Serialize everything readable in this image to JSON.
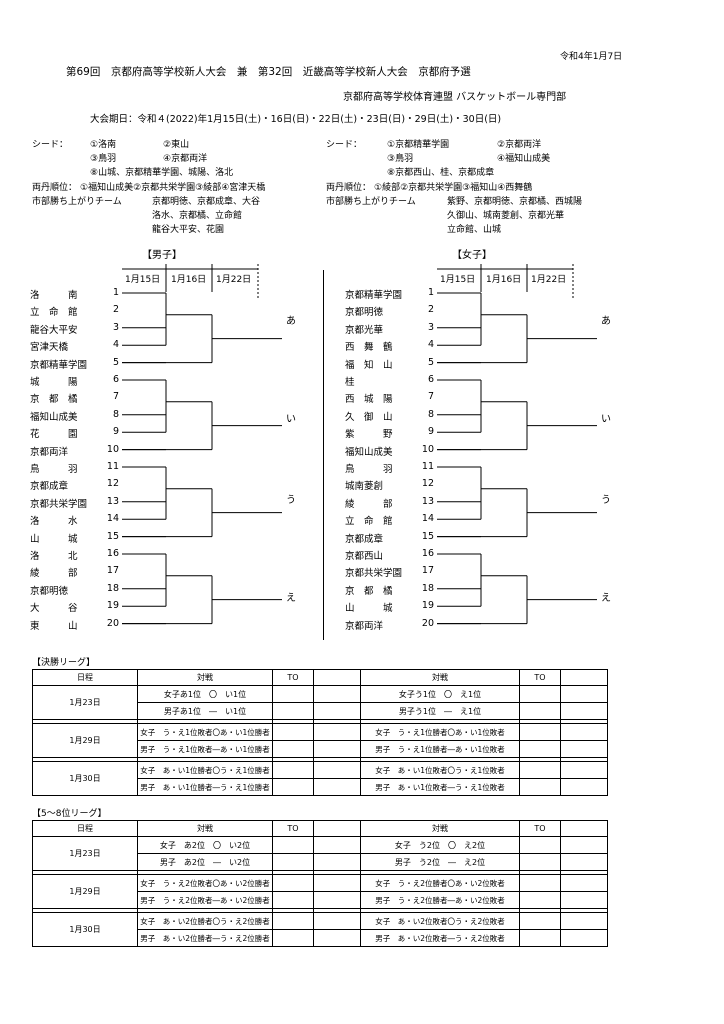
{
  "header": {
    "date": "令和4年1月7日",
    "title": "第69回　京都府高等学校新人大会　兼　第32回　近畿高等学校新人大会　京都府予選",
    "org": "京都府高等学校体育連盟 バスケットボール専門部",
    "period": "大会期日：令和４(2022)年1月15日(土)・16日(日)・22日(土)・23日(日)・29日(土)・30日(日)"
  },
  "info_men": {
    "seed_label": "シード：",
    "seed_l1a": "①洛南",
    "seed_l1b": "②東山",
    "seed_l2a": "③鳥羽",
    "seed_l2b": "④京都両洋",
    "seed_l3": "⑧山城、京都精華学園、城陽、洛北",
    "ryotan_label": "両丹順位：",
    "ryotan": "①福知山成美②京都共栄学園③綾部④宮津天橋",
    "city_label": "市部勝ち上がりチーム",
    "city_l1": "京都明徳、京都成章、大谷",
    "city_l2": "洛水、京都橘、立命館",
    "city_l3": "龍谷大平安、花園"
  },
  "info_women": {
    "seed_label": "シード：",
    "seed_l1a": "①京都精華学園",
    "seed_l1b": "②京都両洋",
    "seed_l2a": "③鳥羽",
    "seed_l2b": "④福知山成美",
    "seed_l3": "⑧京都西山、桂、京都成章",
    "ryotan_label": "両丹順位：",
    "ryotan": "①綾部②京都共栄学園③福知山④西舞鶴",
    "city_label": "市部勝ち上がりチーム",
    "city_l1": "紫野、京都明徳、京都橘、西城陽",
    "city_l2": "久御山、城南菱創、京都光華",
    "city_l3": "立命館、山城"
  },
  "bracket_men": {
    "label": "【男子】",
    "rounds": [
      "1月15日",
      "1月16日",
      "1月22日"
    ],
    "blocks": [
      "あ",
      "い",
      "う",
      "え"
    ],
    "teams": [
      "洛　　　南",
      "立　命　館",
      "龍谷大平安",
      "宮津天橋",
      "京都精華学園",
      "城　　　陽",
      "京　都　橘",
      "福知山成美",
      "花　　　園",
      "京都両洋",
      "鳥　　　羽",
      "京都成章",
      "京都共栄学園",
      "洛　　　水",
      "山　　　城",
      "洛　　　北",
      "綾　　　部",
      "京都明徳",
      "大　　　谷",
      "東　　　山"
    ]
  },
  "bracket_women": {
    "label": "【女子】",
    "rounds": [
      "1月15日",
      "1月16日",
      "1月22日"
    ],
    "blocks": [
      "あ",
      "い",
      "う",
      "え"
    ],
    "teams": [
      "京都精華学園",
      "京都明徳",
      "京都光華",
      "西　舞　鶴",
      "福　知　山",
      "桂",
      "西　城　陽",
      "久　御　山",
      "紫　　　野",
      "福知山成美",
      "鳥　　　羽",
      "城南菱創",
      "綾　　　部",
      "立　命　館",
      "京都成章",
      "京都西山",
      "京都共栄学園",
      "京　都　橘",
      "山　　　城",
      "京都両洋"
    ]
  },
  "final_league": {
    "label": "【決勝リーグ】",
    "head": {
      "date": "日程",
      "match": "対戦",
      "to": "TO"
    },
    "days": [
      {
        "date": "1月23日",
        "rows": [
          [
            "女子あ1位　〇　い1位",
            "女子う1位　〇　え1位"
          ],
          [
            "男子あ1位　―　い1位",
            "男子う1位　―　え1位"
          ]
        ]
      },
      {
        "date": "1月29日",
        "rows": [
          [
            "女子　う・え1位敗者〇あ・い1位勝者",
            "女子　う・え1位勝者〇あ・い1位敗者"
          ],
          [
            "男子　う・え1位敗者―あ・い1位勝者",
            "男子　う・え1位勝者―あ・い1位敗者"
          ]
        ]
      },
      {
        "date": "1月30日",
        "rows": [
          [
            "女子　あ・い1位勝者〇う・え1位勝者",
            "女子　あ・い1位敗者〇う・え1位敗者"
          ],
          [
            "男子　あ・い1位勝者―う・え1位勝者",
            "男子　あ・い1位敗者―う・え1位敗者"
          ]
        ]
      }
    ]
  },
  "place_league": {
    "label": "【5～8位リーグ】",
    "head": {
      "date": "日程",
      "match": "対戦",
      "to": "TO"
    },
    "days": [
      {
        "date": "1月23日",
        "rows": [
          [
            "女子　あ2位　〇　い2位",
            "女子　う2位　〇　え2位"
          ],
          [
            "男子　あ2位　―　い2位",
            "男子　う2位　―　え2位"
          ]
        ]
      },
      {
        "date": "1月29日",
        "rows": [
          [
            "女子　う・え2位敗者〇あ・い2位勝者",
            "女子　う・え2位勝者〇あ・い2位敗者"
          ],
          [
            "男子　う・え2位敗者―あ・い2位勝者",
            "男子　う・え2位勝者―あ・い2位敗者"
          ]
        ]
      },
      {
        "date": "1月30日",
        "rows": [
          [
            "女子　あ・い2位勝者〇う・え2位勝者",
            "女子　あ・い2位敗者〇う・え2位敗者"
          ],
          [
            "男子　あ・い2位勝者―う・え2位勝者",
            "男子　あ・い2位敗者―う・え2位敗者"
          ]
        ]
      }
    ]
  }
}
